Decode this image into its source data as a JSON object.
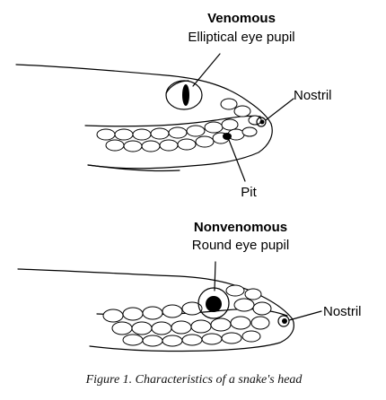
{
  "venomous": {
    "heading": "Venomous",
    "pupil_label": "Elliptical eye pupil",
    "nostril_label": "Nostril",
    "pit_label": "Pit"
  },
  "nonvenomous": {
    "heading": "Nonvenomous",
    "pupil_label": "Round eye pupil",
    "nostril_label": "Nostril"
  },
  "caption": "Figure 1. Characteristics of a snake's head"
}
